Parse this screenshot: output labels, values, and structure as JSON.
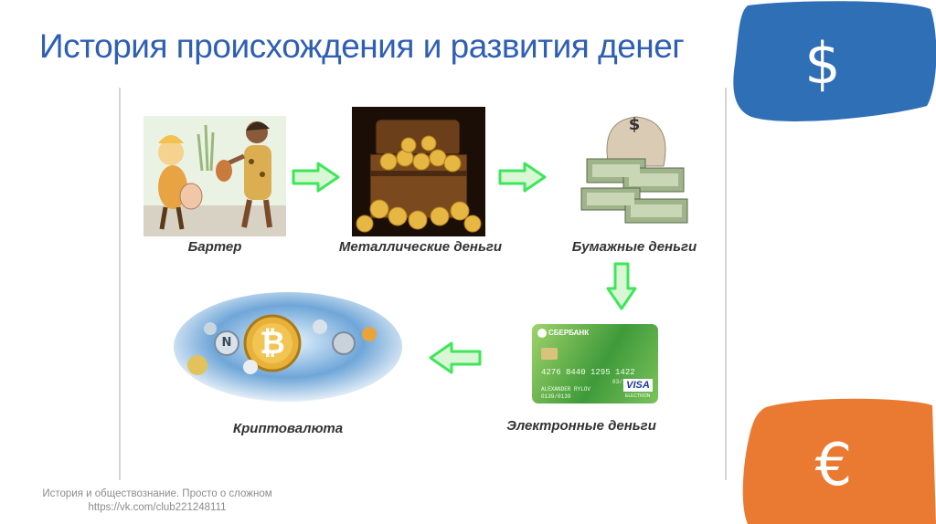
{
  "title": "История происхождения и развития денег",
  "badges": {
    "dollar": {
      "symbol": "$",
      "color": "#2f6fb5"
    },
    "euro": {
      "symbol": "€",
      "color": "#ea7a32"
    }
  },
  "stages": [
    {
      "id": "barter",
      "label": "Бартер"
    },
    {
      "id": "metal",
      "label": "Металлические деньги"
    },
    {
      "id": "paper",
      "label": "Бумажные деньги"
    },
    {
      "id": "electronic",
      "label": "Электронные деньги"
    },
    {
      "id": "crypto",
      "label": "Криптовалюта"
    }
  ],
  "card": {
    "bank": "СБЕРБАНК",
    "number": "4276 8440 1295 1422",
    "valid": "03/13",
    "holder": "ALEXANDER RYLOV",
    "code": "0139/0139",
    "brand": "VISA",
    "brand_sub": "ELECTRON"
  },
  "crypto_coin_symbols": [
    "₿",
    "N"
  ],
  "paper_bag_symbol": "$",
  "colors": {
    "arrow_fill": "#d9f7d4",
    "arrow_stroke": "#3ee65a",
    "title": "#2f5fb3"
  },
  "footer": {
    "line1": "История и обществознание. Просто о сложном",
    "line2": "https://vk.com/club221248111"
  }
}
